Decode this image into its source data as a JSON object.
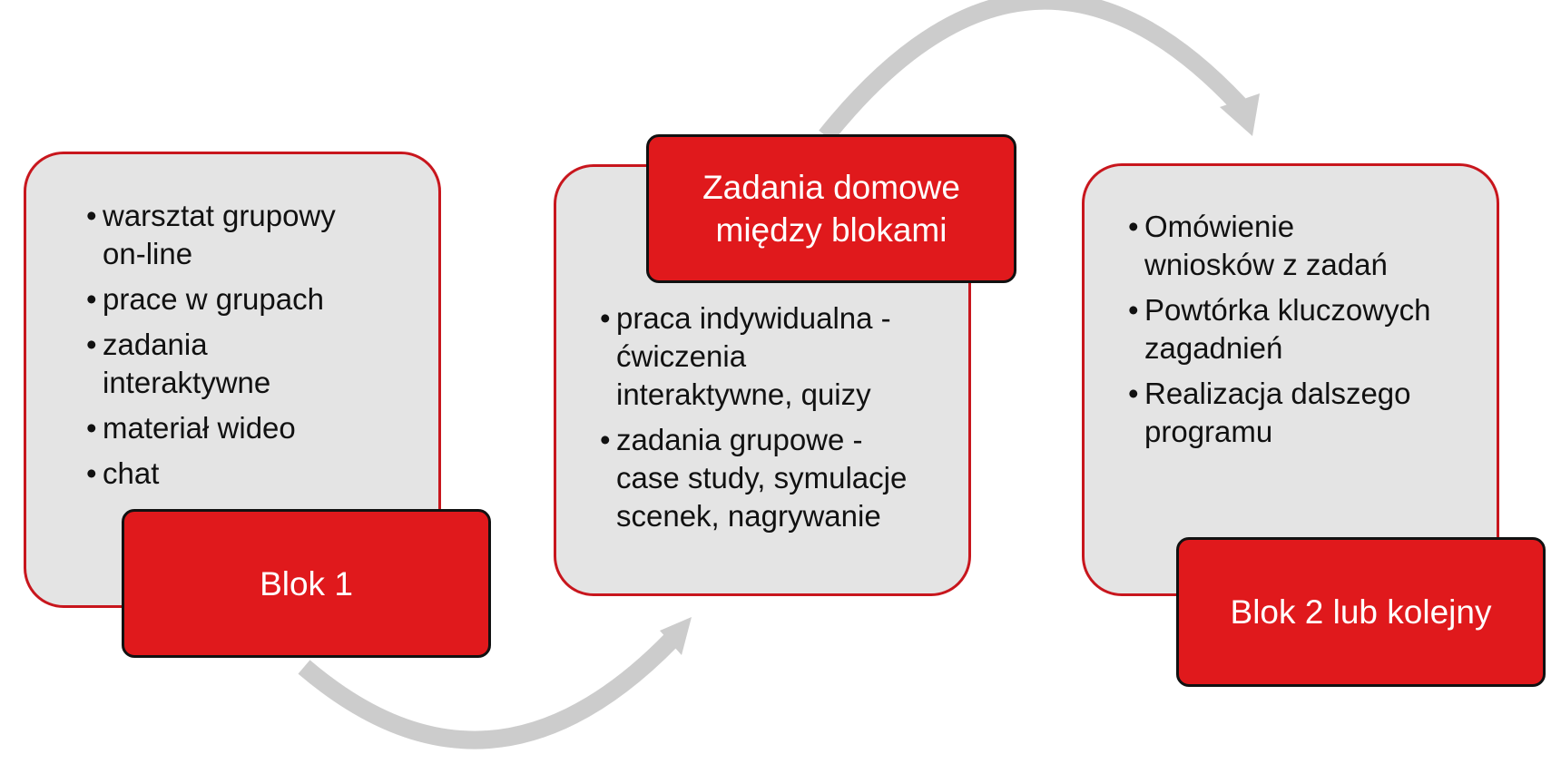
{
  "blocks": [
    {
      "label": "Blok 1",
      "items": [
        {
          "l1": "warsztat grupowy",
          "l2": "on-line"
        },
        {
          "l1": "prace w grupach"
        },
        {
          "l1": "zadania",
          "l2": "interaktywne"
        },
        {
          "l1": "materiał wideo"
        },
        {
          "l1": "chat"
        }
      ]
    },
    {
      "label": "Zadania domowe między blokami",
      "label_l1": "Zadania domowe",
      "label_l2": "między blokami",
      "items": [
        {
          "l1": "praca indywidualna -",
          "l2": "ćwiczenia",
          "l3": "interaktywne, quizy"
        },
        {
          "l1": "zadania grupowe -",
          "l2": "case study, symulacje",
          "l3": "scenek, nagrywanie"
        }
      ]
    },
    {
      "label": "Blok 2 lub kolejny",
      "items": [
        {
          "l1": "Omówienie",
          "l2": "wniosków z zadań"
        },
        {
          "l1": "Powtórka kluczowych",
          "l2": "zagadnień"
        },
        {
          "l1": "Realizacja dalszego",
          "l2": "programu"
        }
      ]
    }
  ],
  "colors": {
    "accent": "#e0191c",
    "panel": "#e4e4e4",
    "arrow": "#cccccc"
  },
  "icons": {
    "connector": "curved-arrow-icon"
  }
}
